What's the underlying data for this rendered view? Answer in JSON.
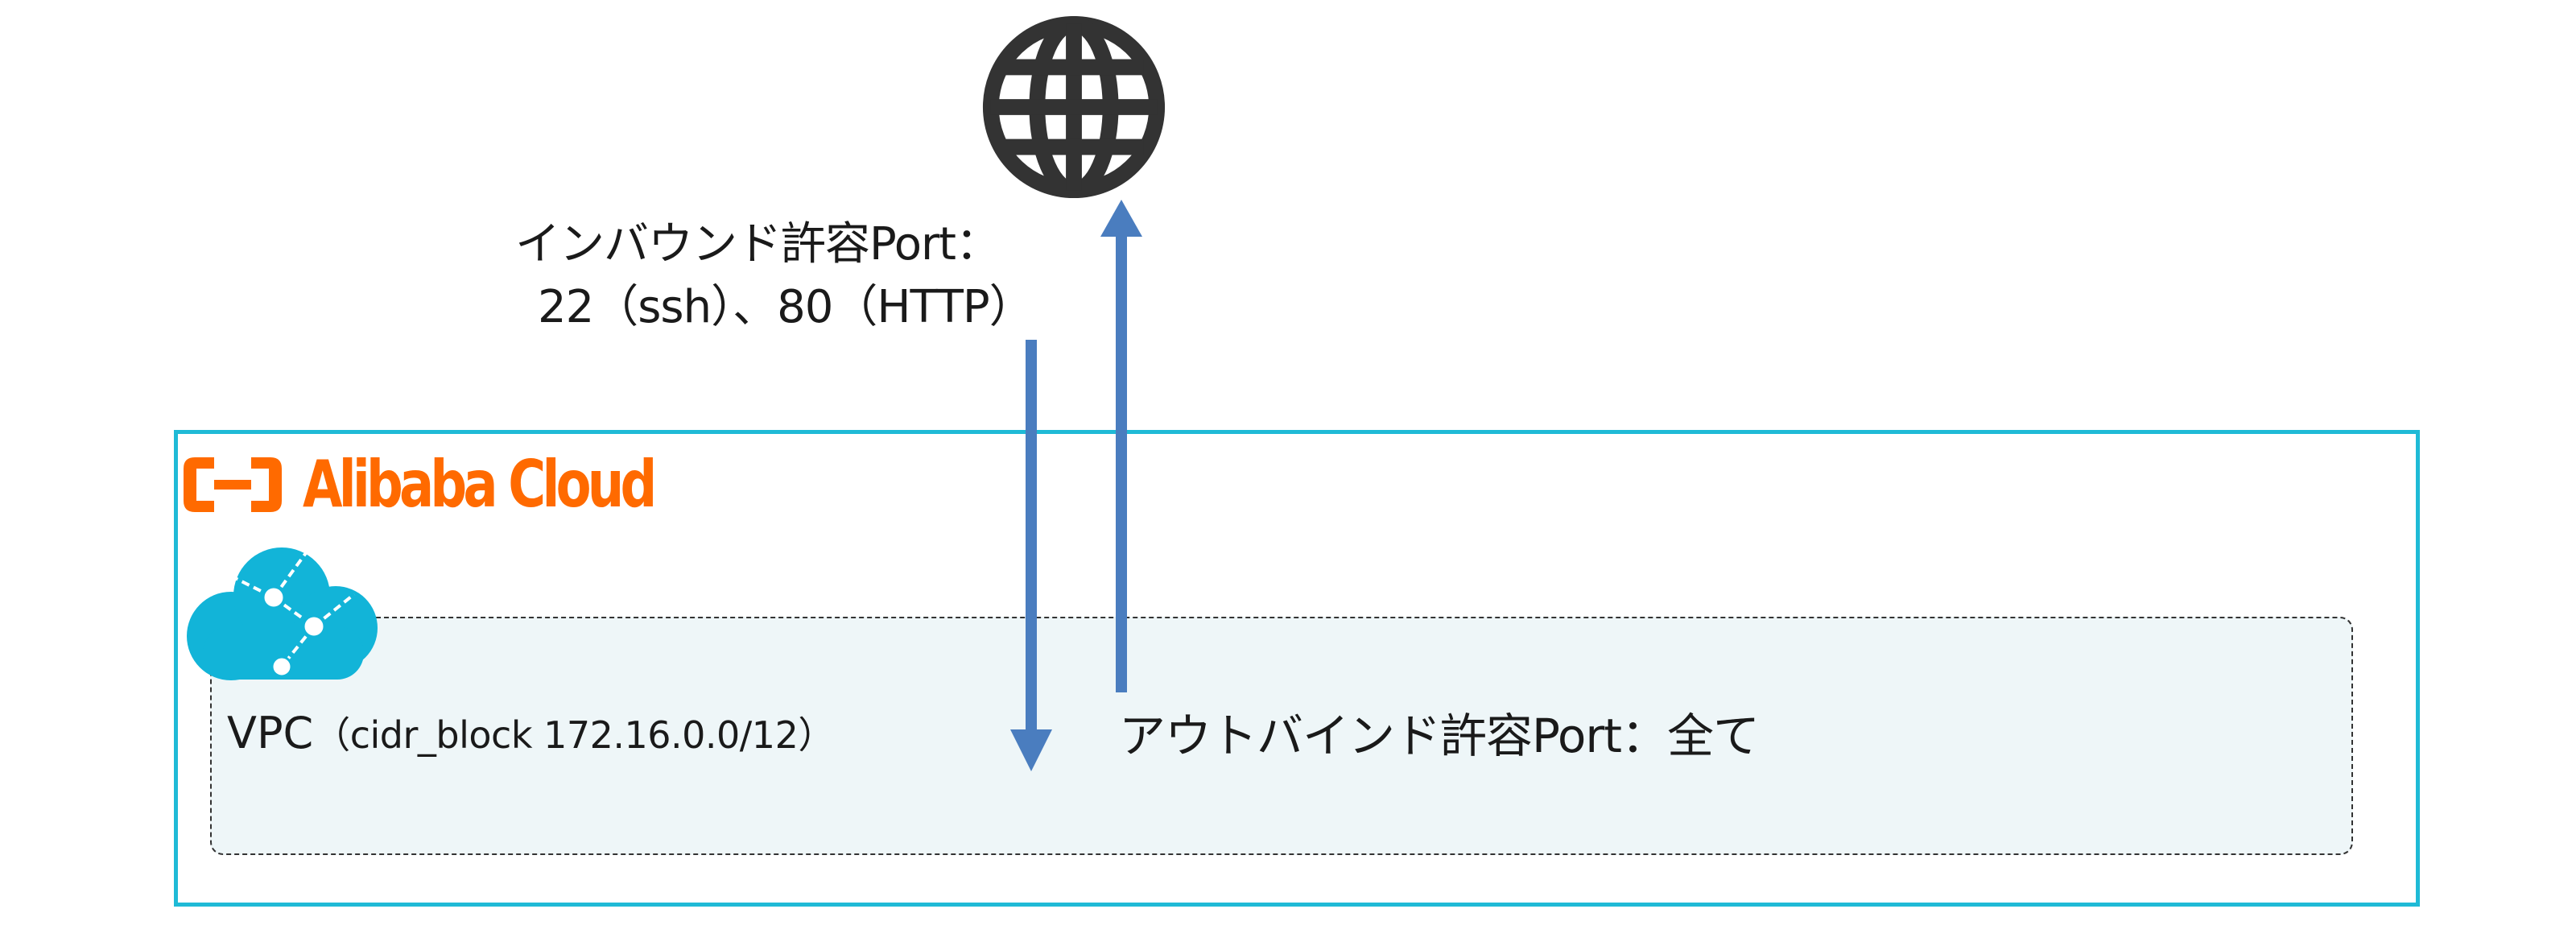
{
  "inbound": {
    "line1": "インバウンド許容Port：",
    "line2": "22（ssh）、80（HTTP）"
  },
  "outbound": {
    "label": "アウトバインド許容Port：全て"
  },
  "provider": {
    "name": "Alibaba Cloud",
    "brand_color": "#ff6a00"
  },
  "vpc": {
    "title": "VPC",
    "cidr_detail": "（cidr_block 172.16.0.0/12）"
  },
  "colors": {
    "frame": "#1fbad6",
    "arrow": "#4a7dbf",
    "vpc_fill": "#eef6f8",
    "vpc_icon": "#12b4d8",
    "globe": "#333333"
  },
  "icons": {
    "internet": "globe-icon",
    "vpc": "vpc-cloud-icon",
    "logo": "alibaba-cloud-logo"
  }
}
